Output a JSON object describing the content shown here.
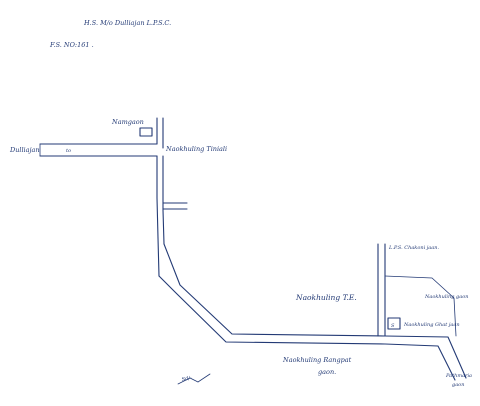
{
  "header": {
    "office": "H.S. M/o Dulliajan L.P.S.C.",
    "ref": "F.S. NO:161 ."
  },
  "places": {
    "dulliajan": "Dulliajan",
    "to_dulliajan": "to",
    "namgaon": "Namgaon",
    "naokhuling_tiniali": "Naokhuling Tiniali",
    "l_p_school_jaan": "L.P.S. Chakoni jaan.",
    "naokhuling_te": "Naokhuling T.E.",
    "naokhuling_gaon": "Naokhuling gaon",
    "school_marker": "S",
    "naokhuling_ghat": "Naokhuling Ghat jaan",
    "naokhuling_rangpat_line1": "Naokhuling Rangpat",
    "naokhuling_rangpat_line2": "gaon.",
    "pathmaria_line1": "Pathmaria",
    "pathmaria_line2": "gaon",
    "signature": "Sd/-"
  }
}
